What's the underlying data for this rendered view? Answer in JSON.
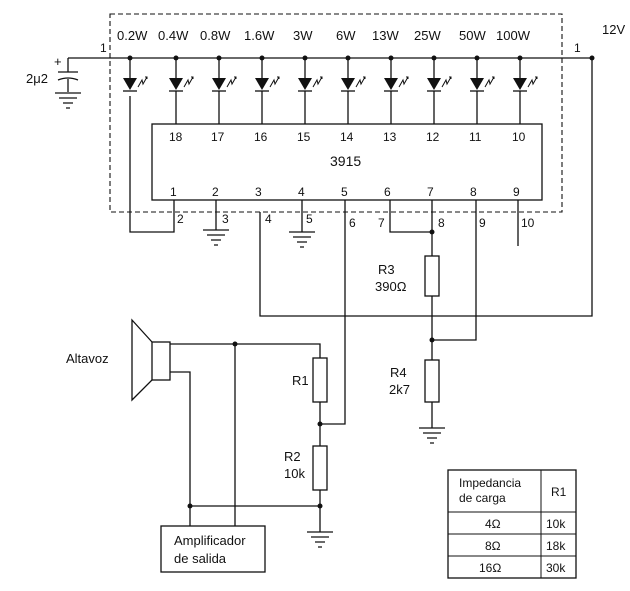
{
  "power_labels": [
    "0.2W",
    "0.4W",
    "0.8W",
    "1.6W",
    "3W",
    "6W",
    "13W",
    "25W",
    "50W",
    "100W"
  ],
  "ic_label": "3915",
  "ic_top_pins": [
    "18",
    "17",
    "16",
    "15",
    "14",
    "13",
    "12",
    "11",
    "10"
  ],
  "ic_bottom_pins": [
    "1",
    "2",
    "3",
    "4",
    "5",
    "6",
    "7",
    "8",
    "9"
  ],
  "external_nodes": [
    "1",
    "1",
    "2",
    "3",
    "4",
    "5",
    "6",
    "7",
    "8",
    "9",
    "10"
  ],
  "supply_label": "12V",
  "capacitor_label": "2μ2",
  "capacitor_polarity": "+",
  "speaker_label": "Altavoz",
  "amplifier_label_line1": "Amplificador",
  "amplifier_label_line2": "de salida",
  "r1_label": "R1",
  "r2_label": "R2",
  "r2_value": "10k",
  "r3_label": "R3",
  "r3_value": "390Ω",
  "r4_label": "R4",
  "r4_value": "2k7",
  "table": {
    "header_col1_line1": "Impedancia",
    "header_col1_line2": "de carga",
    "header_col2": "R1",
    "rows": [
      {
        "impedance": "4Ω",
        "r1": "10k"
      },
      {
        "impedance": "8Ω",
        "r1": "18k"
      },
      {
        "impedance": "16Ω",
        "r1": "30k"
      }
    ]
  }
}
